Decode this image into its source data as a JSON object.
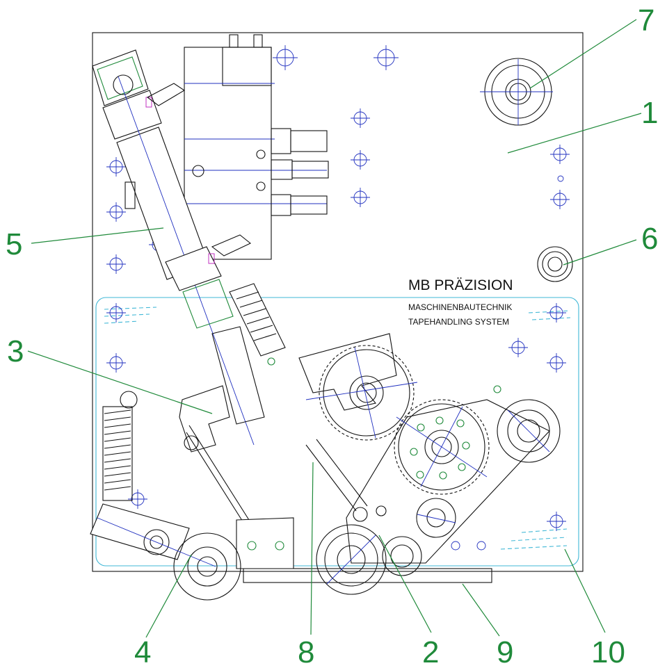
{
  "brand": {
    "name": "MB PRÄZISION",
    "line1": "MASCHINENBAUTECHNIK",
    "line2": "TAPEHANDLING SYSTEM"
  },
  "callouts": [
    "1",
    "2",
    "3",
    "4",
    "5",
    "6",
    "7",
    "8",
    "9",
    "10"
  ],
  "colors": {
    "outline": "#111111",
    "centerline": "#1f2fbf",
    "callout": "#1f8a3a",
    "cover": "#3fb7d6",
    "accent": "#c030c0"
  }
}
